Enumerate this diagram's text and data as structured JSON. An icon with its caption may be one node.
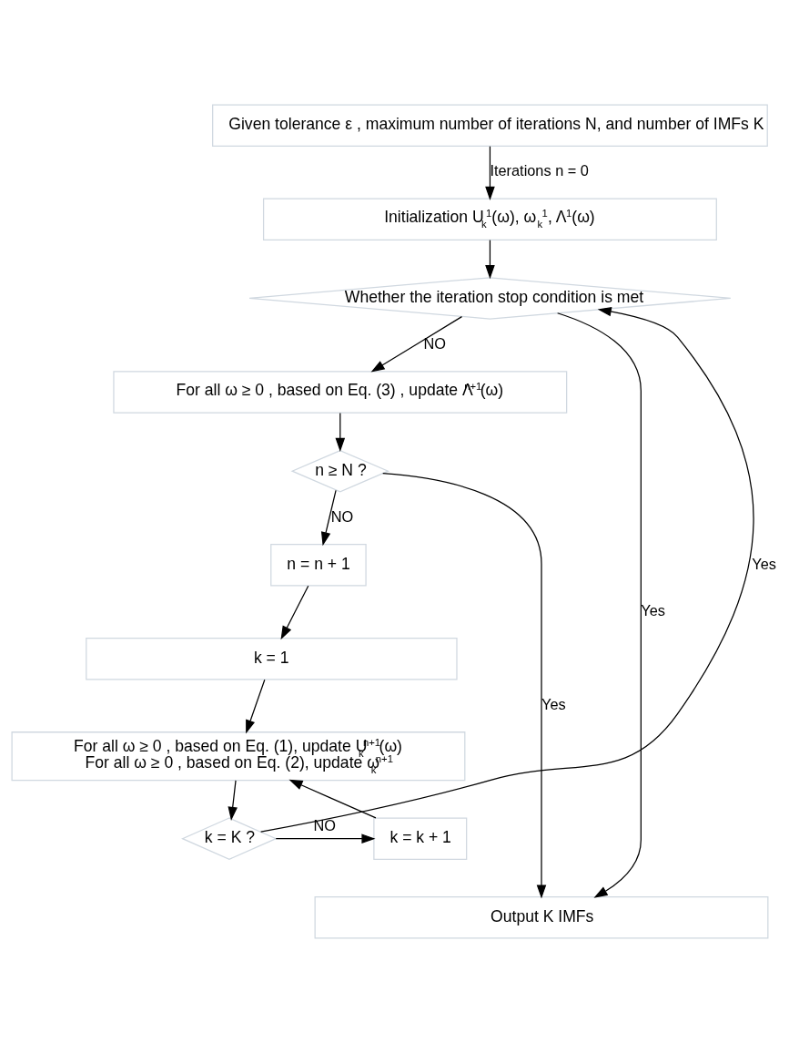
{
  "diagram": {
    "nodes": [
      {
        "text": [
          "Given tolerance ε , maximum number of iterations N, and number of IMFs K"
        ]
      },
      {
        "text": [
          "Initialization U$_{k}$$^{1}$(ω), ω$_{k}$$^{1}$, Λ$^{1}$(ω)"
        ]
      },
      {
        "text": [
          "Whether the iteration stop condition is met"
        ]
      },
      {
        "text": [
          "For all ω ≥ 0 , based on Eq. (3) , update Λ$^{n+1}$(ω)"
        ]
      },
      {
        "text": [
          "n ≥ N ?"
        ]
      },
      {
        "text": [
          "n = n + 1"
        ]
      },
      {
        "text": [
          "k = 1"
        ]
      },
      {
        "text": [
          "For all ω ≥ 0 , based on Eq. (1), update U$_{k}$$^{n+1}$(ω)",
          "For all ω ≥ 0 , based on Eq. (2), update ω$_{k}$$^{n+1}$"
        ]
      },
      {
        "text": [
          "k = K ?"
        ]
      },
      {
        "text": [
          "k = k + 1"
        ]
      },
      {
        "text": [
          "Output K IMFs"
        ]
      }
    ],
    "edges": [
      {
        "from": 0,
        "to": 1,
        "arrow": "to",
        "label": "Iterations n = 0"
      },
      {
        "from": 1,
        "to": 2,
        "arrow": "to"
      },
      {
        "from": 2,
        "to": 10,
        "arrow": "to",
        "label": "Yes"
      },
      {
        "from": 2,
        "to": 3,
        "arrow": "to",
        "label": "NO"
      },
      {
        "from": 3,
        "to": 4,
        "arrow": "to"
      },
      {
        "from": 4,
        "to": 10,
        "arrow": "to",
        "label": "Yes"
      },
      {
        "from": 4,
        "to": 5,
        "arrow": "to",
        "label": "NO"
      },
      {
        "from": 5,
        "to": 6,
        "arrow": "to"
      },
      {
        "from": 6,
        "to": 7,
        "arrow": "to"
      },
      {
        "from": 7,
        "to": 8,
        "arrow": "to"
      },
      {
        "from": 8,
        "to": 9,
        "arrow": "to",
        "label": "NO"
      },
      {
        "from": 9,
        "to": 7,
        "arrow": "to"
      },
      {
        "from": 8,
        "to": 2,
        "arrow": "to",
        "label": "Yes"
      }
    ]
  }
}
